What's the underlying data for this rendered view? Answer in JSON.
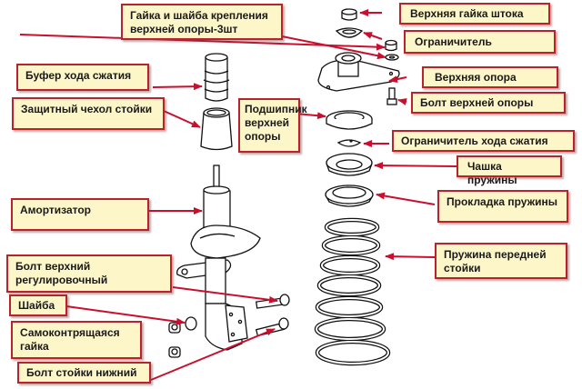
{
  "title": "Схема передней стойки подвески",
  "accent_colors": {
    "label_background": "#fdf6c8",
    "label_border": "#b9232b",
    "arrow": "#c8102e",
    "line_art": "#111111"
  },
  "labels": {
    "top_mount_nut_washer": "Гайка и шайба крепления\nверхней опоры-3шт",
    "compression_buffer": "Буфер хода сжатия",
    "protective_boot": "Защитный чехол стойки",
    "top_mount_bearing": "Подшипник\nверхней\nопоры",
    "shock_absorber": "Амортизатор",
    "upper_adjusting_bolt": "Болт верхний\nрегулировочный",
    "washer": "Шайба",
    "self_locking_nut": "Самоконтрящаяся\nгайка",
    "lower_strut_bolt": "Болт стойки нижний",
    "rod_top_nut": "Верхняя гайка штока",
    "limiter": "Ограничитель",
    "top_mount": "Верхняя опора",
    "top_mount_bolt": "Болт верхней опоры",
    "compression_stop": "Ограничитель хода сжатия",
    "spring_cup": "Чашка пружины",
    "spring_pad": "Прокладка пружины",
    "front_strut_spring": "Пружина передней\nстойки"
  },
  "icons": {
    "arrow": "arrow-icon",
    "parts": [
      "rod-nut-icon",
      "limiter-icon",
      "mount-nut-icon",
      "mount-washer-icon",
      "top-mount-icon",
      "mount-bolt-icon",
      "bearing-icon",
      "compression-stop-icon",
      "spring-cup-icon",
      "spring-pad-icon",
      "spring-icon",
      "buffer-icon",
      "boot-icon",
      "shock-absorber-icon",
      "upper-bolt-icon",
      "lower-bolt-icon",
      "washer-icon",
      "self-locking-nut-icon"
    ]
  }
}
